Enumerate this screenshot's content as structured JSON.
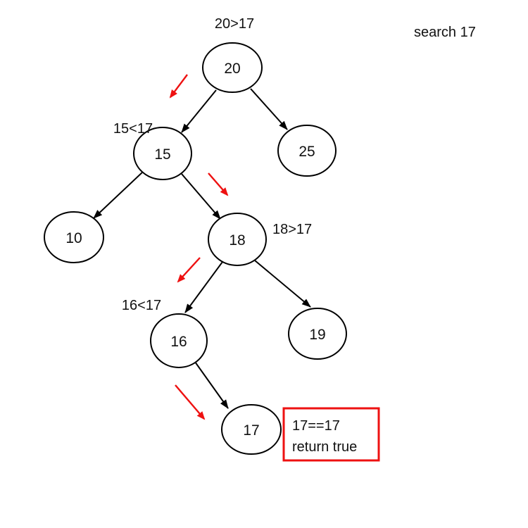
{
  "page": {
    "title": "search 17"
  },
  "colors": {
    "background": "#ffffff",
    "line_black": "#000000",
    "accent_red": "#ee1111",
    "text": "#111111"
  },
  "diagram": {
    "type": "binary-search-tree-search-trace",
    "search_target": "17",
    "nodes": [
      {
        "id": "20",
        "value": "20"
      },
      {
        "id": "15",
        "value": "15"
      },
      {
        "id": "25",
        "value": "25"
      },
      {
        "id": "10",
        "value": "10"
      },
      {
        "id": "18",
        "value": "18"
      },
      {
        "id": "16",
        "value": "16"
      },
      {
        "id": "19",
        "value": "19"
      },
      {
        "id": "17",
        "value": "17"
      }
    ],
    "edges": [
      {
        "from": "20",
        "to": "15"
      },
      {
        "from": "20",
        "to": "25"
      },
      {
        "from": "15",
        "to": "10"
      },
      {
        "from": "15",
        "to": "18"
      },
      {
        "from": "18",
        "to": "16"
      },
      {
        "from": "18",
        "to": "19"
      },
      {
        "from": "16",
        "to": "17"
      }
    ],
    "search_path": [
      "20",
      "15",
      "18",
      "16",
      "17"
    ],
    "annotations": [
      {
        "text": "20>17"
      },
      {
        "text": "15<17"
      },
      {
        "text": "18>17"
      },
      {
        "text": "16<17"
      }
    ],
    "result_box": {
      "line1": "17==17",
      "line2": "return true"
    }
  }
}
